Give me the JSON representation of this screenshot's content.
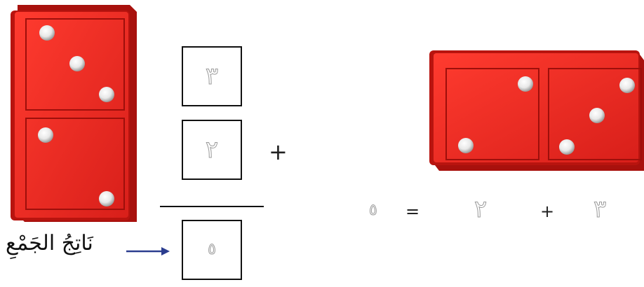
{
  "vertical_domino": {
    "top_pips": 3,
    "bottom_pips": 2,
    "color": "#e32822"
  },
  "horizontal_domino": {
    "left_pips": 2,
    "right_pips": 3,
    "color": "#e32822"
  },
  "column_addition": {
    "top_digit": "٣",
    "middle_digit": "٢",
    "plus_sign": "+",
    "result_digit": "٥"
  },
  "result_label": "نَاتِجُ الجَمْعِ",
  "arrow_color": "#2b3d8f",
  "equation": {
    "result": "٥",
    "equals": "=",
    "second": "٢",
    "plus": "+",
    "first": "٣"
  }
}
